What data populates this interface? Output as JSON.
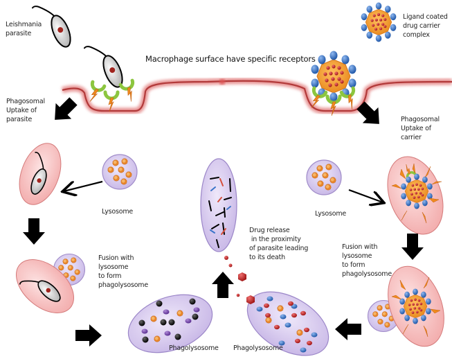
{
  "title": "Macrophage surface have specific receptors",
  "labels": {
    "leishmania": "Leishmania\nparasite",
    "carrier": "Ligand coated\ndrug carrier\ncomplex",
    "uptake_parasite": "Phagosomal\nUptake of\nparasite",
    "uptake_carrier": "Phagosomal\nUptake of\ncarrier",
    "lysosome_left": "Lysosome",
    "lysosome_right": "Lysosome",
    "fusion_left": "Fusion with\nlysosome\nto form\nphagolysosome",
    "fusion_right": "Fusion with\nlysosome\nto form\nphagolysosome",
    "drug_release": "Drug release\n in the proximity\nof parasite leading\nto its death",
    "phagolysosome_left": "Phagolysosome",
    "phagolysosome_right": "Phagolysosome"
  },
  "colors": {
    "membrane": "#c0504d",
    "phagosome_fill": "#f7c6c6",
    "lysosome_fill": "#d9ccef",
    "lysosome_stroke": "#9b86c8",
    "enzyme": "#e8862a",
    "carrier_core": "#f39a2b",
    "ligand": "#3a74c9",
    "drug": "#c0262b",
    "receptor": "#8cc63f",
    "parasite_nucleus": "#a0241e"
  }
}
